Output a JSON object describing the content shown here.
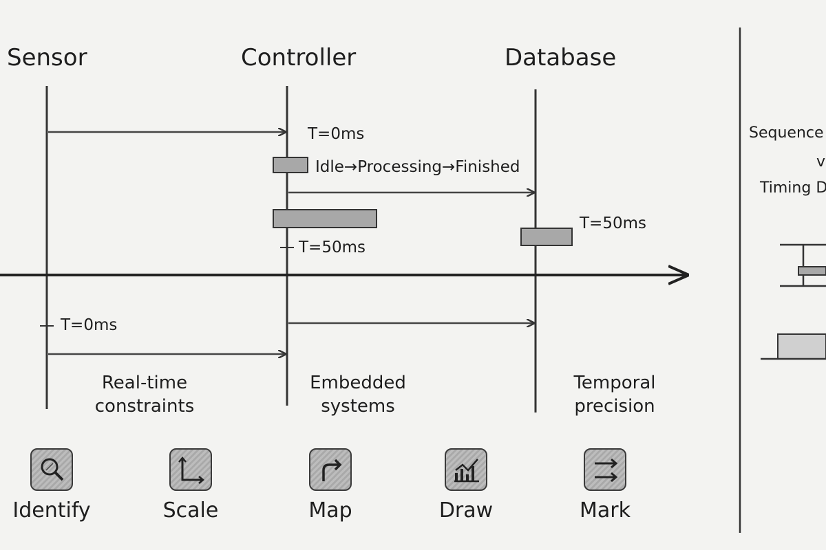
{
  "lifelines": [
    {
      "name": "Sensor"
    },
    {
      "name": "Controller"
    },
    {
      "name": "Database"
    }
  ],
  "timing_labels": {
    "controller_t0": "T=0ms",
    "controller_states": "Idle→Processing→Finished",
    "database_t50": "T=50ms",
    "controller_t50": "T=50ms",
    "sensor_t0": "T=0ms"
  },
  "captions": [
    {
      "line1": "Real-time",
      "line2": "constraints"
    },
    {
      "line1": "Embedded",
      "line2": "systems"
    },
    {
      "line1": "Temporal",
      "line2": "precision"
    }
  ],
  "steps": [
    {
      "label": "Identify",
      "icon": "magnifier-icon"
    },
    {
      "label": "Scale",
      "icon": "axes-icon"
    },
    {
      "label": "Map",
      "icon": "turn-arrow-icon"
    },
    {
      "label": "Draw",
      "icon": "chart-icon"
    },
    {
      "label": "Mark",
      "icon": "double-arrow-icon"
    }
  ],
  "side_panel": {
    "line1": "Sequence",
    "line2": "v",
    "line3": "Timing D"
  }
}
